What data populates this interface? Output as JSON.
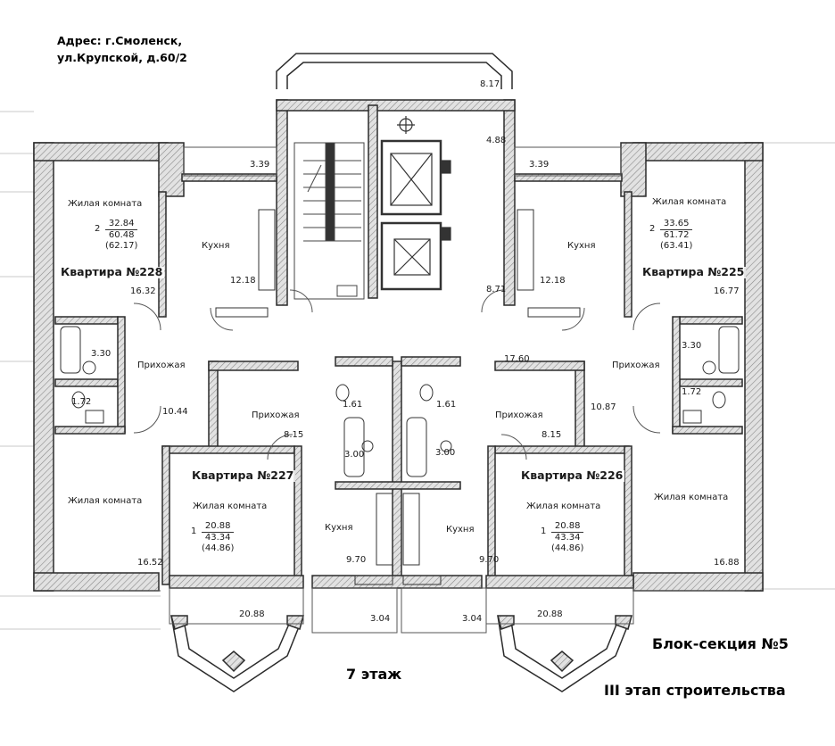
{
  "address": {
    "line1": "Адрес: г.Смоленск,",
    "line2": "ул.Крупской, д.60/2"
  },
  "floor_label": "7 этаж",
  "block_label": "Блок-секция №5",
  "stage_label": "III этап строительства",
  "apartments": {
    "a228": {
      "label": "Квартира №228",
      "rooms": "2",
      "living": "32.84",
      "total": "60.48",
      "total_with_balcony": "(62.17)",
      "living_room_1": "Жилая комната",
      "living_room_2": "Жилая комната",
      "kitchen": "Кухня",
      "hall": "Прихожая",
      "area_room1": "16.32",
      "area_room2": "16.52",
      "area_kitchen": "12.18",
      "area_hall": "10.44",
      "area_bath": "3.30",
      "area_wc": "1.72",
      "area_balcony": "3.39"
    },
    "a225": {
      "label": "Квартира №225",
      "rooms": "2",
      "living": "33.65",
      "total": "61.72",
      "total_with_balcony": "(63.41)",
      "living_room_1": "Жилая комната",
      "living_room_2": "Жилая комната",
      "kitchen": "Кухня",
      "hall": "Прихожая",
      "area_room1": "16.77",
      "area_room2": "16.88",
      "area_kitchen": "12.18",
      "area_hall": "10.87",
      "area_bath": "3.30",
      "area_wc": "1.72",
      "area_balcony": "3.39"
    },
    "a227": {
      "label": "Квартира №227",
      "rooms": "1",
      "living": "20.88",
      "total": "43.34",
      "total_with_balcony": "(44.86)",
      "living_room": "Жилая комната",
      "kitchen": "Кухня",
      "hall": "Прихожая",
      "area_room": "20.88",
      "area_kitchen": "9.70",
      "area_hall": "8.15",
      "area_bath": "3.00",
      "area_wc": "1.61",
      "area_balcony": "3.04"
    },
    "a226": {
      "label": "Квартира №226",
      "rooms": "1",
      "living": "20.88",
      "total": "43.34",
      "total_with_balcony": "(44.86)",
      "living_room": "Жилая комната",
      "kitchen": "Кухня",
      "hall": "Прихожая",
      "area_room": "20.88",
      "area_kitchen": "9.70",
      "area_hall": "8.15",
      "area_bath": "3.00",
      "area_wc": "1.61",
      "area_balcony": "3.04"
    }
  },
  "common": {
    "area_top": "8.17",
    "area_lobby": "4.88",
    "area_elevator_hall": "8.71",
    "area_corridor": "17.60"
  },
  "colors": {
    "wall": "#2b2b2b",
    "wall_fill": "#d9d9d9",
    "line": "#555555"
  }
}
